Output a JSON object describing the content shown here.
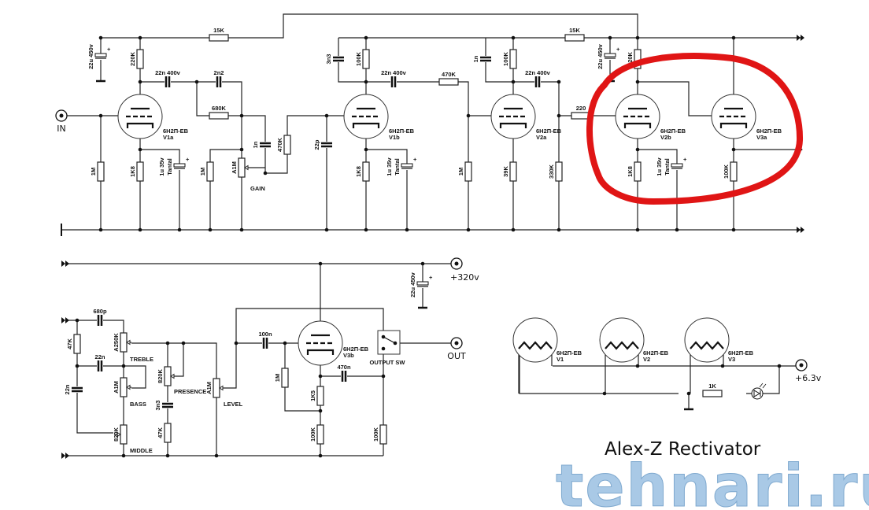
{
  "top_stage": {
    "input": "IN",
    "r_15k_a": "15K",
    "c_22u_a": "22u 450v",
    "r_220k_a": "220K",
    "c_22n_a": "22n 400v",
    "c_2n2": "2n2",
    "r_680k": "680K",
    "r_1m_grid": "1M",
    "r_1k8_a": "1K8",
    "c_tantal_a": "1u 35v",
    "tantal_a": "Tantal",
    "r_1m_gain": "1M",
    "pot_gain": "A1M",
    "gain": "GAIN",
    "c_1n_a": "1n",
    "r_470k_a": "470K",
    "c_22p": "22p",
    "tube_v1a": "6Н2П-ЕВ",
    "tube_v1a_id": "V1a",
    "c_3n3": "3n3",
    "r_100k_a": "100K",
    "c_22n_b": "22n 400v",
    "r_470k_b": "470K",
    "r_1k8_b": "1K8",
    "c_tantal_b": "1u 35v",
    "tantal_b": "Tantal",
    "tube_v1b": "6Н2П-ЕВ",
    "tube_v1b_id": "V1b",
    "r_1m_b": "1M",
    "c_1n_b": "1n",
    "r_100k_b": "100K",
    "c_22n_c": "22n 400v",
    "r_39k": "39K",
    "r_330k": "330K",
    "tube_v2a": "6Н2П-ЕВ",
    "tube_v2a_id": "V2a",
    "r_15k_b": "15K",
    "r_220": "220",
    "c_22u_b": "22u 450v",
    "r_220k_b": "220K",
    "r_1k8_c": "1K8",
    "c_tantal_c": "1u 35v",
    "tantal_c": "Tantal",
    "tube_v2b": "6Н2П-ЕВ",
    "tube_v2b_id": "V2b",
    "r_100k_c": "100K",
    "tube_v3a": "6Н2П-ЕВ",
    "tube_v3a_id": "V3a"
  },
  "tone_stack": {
    "c_680p": "680p",
    "r_47k_a": "47K",
    "c_22n_a": "22n",
    "c_22n_b": "22n",
    "pot_treble": "A250K",
    "treble": "TREBLE",
    "pot_bass": "A1M",
    "bass": "BASS",
    "pot_middle": "820K",
    "middle": "MIDDLE",
    "pot_presence": "820K",
    "presence": "PRESENCE",
    "c_3n3": "3n3",
    "r_47k_b": "47K",
    "pot_level": "A1M",
    "level": "LEVEL"
  },
  "output_stage": {
    "supply": "+320v",
    "c_22u": "22u 450v",
    "c_100n": "100n",
    "r_1m": "1M",
    "tube_v3b": "6Н2П-ЕВ",
    "tube_v3b_id": "V3b",
    "c_470n": "470n",
    "r_1k5": "1K5",
    "r_100k_a": "100K",
    "r_100k_b": "100K",
    "switch": "OUTPUT SW",
    "output": "OUT"
  },
  "heaters": {
    "v1": "6Н2П-ЕВ",
    "v1_id": "V1",
    "v2": "6Н2П-ЕВ",
    "v2_id": "V2",
    "v3": "6Н2П-ЕВ",
    "v3_id": "V3",
    "r_1k": "1K",
    "supply": "+6.3v"
  },
  "watermark": {
    "author": "Alex-Z Rectivator",
    "site": "tehnari.ru"
  },
  "colors": {
    "highlight": "#e01515",
    "wire": "#222222",
    "watermark": "#a9c9e6"
  }
}
